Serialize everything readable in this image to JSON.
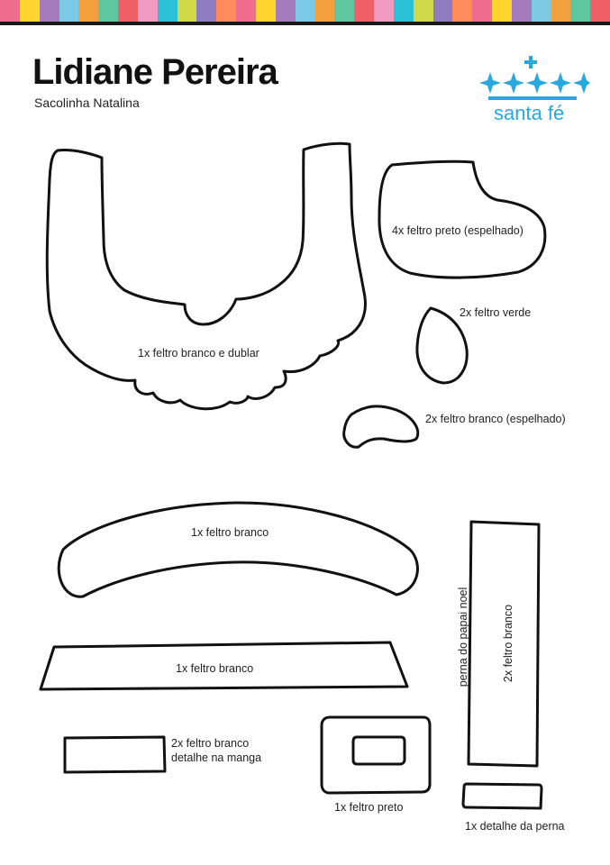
{
  "header": {
    "title": "Lidiane Pereira",
    "subtitle": "Sacolinha Natalina",
    "stripe_colors": [
      "#f06c8f",
      "#ffd42e",
      "#a57bc0",
      "#7cc9e6",
      "#f2a03d",
      "#5fc6a2",
      "#ef5f66",
      "#f19ac2",
      "#2bbfd8",
      "#cfd94a",
      "#8e7cc3",
      "#ff8a5c"
    ]
  },
  "logo": {
    "text": "santa fé",
    "color": "#29a8e0",
    "icon": "stars-cross-icon"
  },
  "pieces": [
    {
      "label": "1x feltro branco e dublar"
    },
    {
      "label": "4x feltro preto (espelhado)"
    },
    {
      "label": "2x feltro verde"
    },
    {
      "label": "2x feltro branco (espelhado)"
    },
    {
      "label": "1x feltro branco"
    },
    {
      "label": "1x feltro branco"
    },
    {
      "label_line1": "2x feltro branco",
      "label_line2": "detalhe na manga"
    },
    {
      "label": "1x feltro preto"
    },
    {
      "label": "2x feltro branco"
    },
    {
      "label": "perna do papai noel"
    },
    {
      "label": "1x detalhe da perna"
    }
  ]
}
